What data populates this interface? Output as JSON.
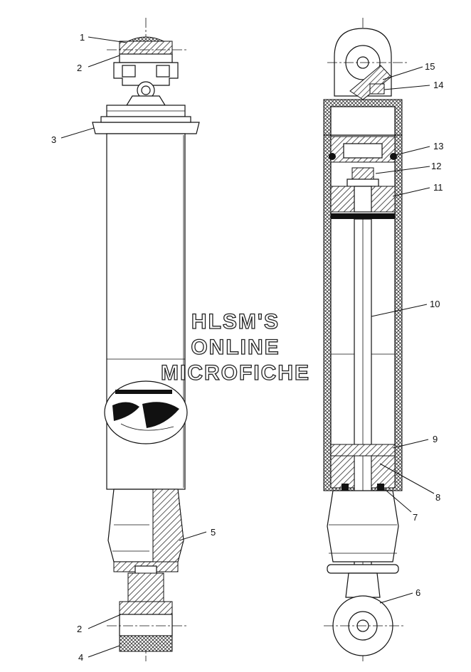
{
  "callouts": {
    "c1": "1",
    "c2a": "2",
    "c3": "3",
    "c5": "5",
    "c2b": "2",
    "c4": "4",
    "c15": "15",
    "c14": "14",
    "c13": "13",
    "c12": "12",
    "c11": "11",
    "c10": "10",
    "c9": "9",
    "c8": "8",
    "c7": "7",
    "c6": "6"
  },
  "watermark": {
    "line1": "HLSM'S",
    "line2": "ONLINE",
    "line3": "MICROFICHE"
  },
  "colors": {
    "ink": "#111111",
    "paper": "#ffffff"
  }
}
